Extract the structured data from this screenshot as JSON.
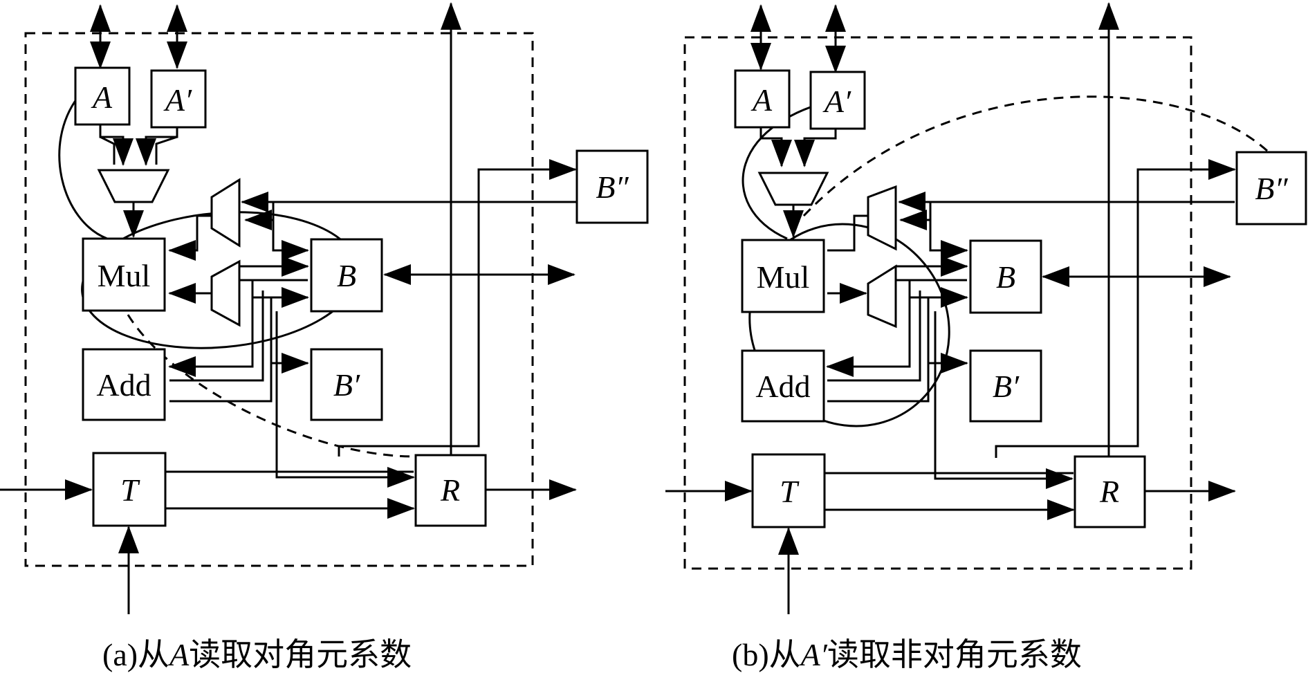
{
  "panels": [
    {
      "id": "a",
      "blocks": {
        "A": "A",
        "A_prime": "A′",
        "Mul": "Mul",
        "Add": "Add",
        "B": "B",
        "B_prime": "B′",
        "B_dprime": "B″",
        "T": "T",
        "R": "R"
      },
      "caption": {
        "prefix": "(a)从",
        "var": "A",
        "suffix": "读取对角元系数"
      }
    },
    {
      "id": "b",
      "blocks": {
        "A": "A",
        "A_prime": "A′",
        "Mul": "Mul",
        "Add": "Add",
        "B": "B",
        "B_prime": "B′",
        "B_dprime": "B″",
        "T": "T",
        "R": "R"
      },
      "caption": {
        "prefix": "(b)从",
        "var": "A′",
        "suffix": "读取非对角元系数"
      }
    }
  ]
}
